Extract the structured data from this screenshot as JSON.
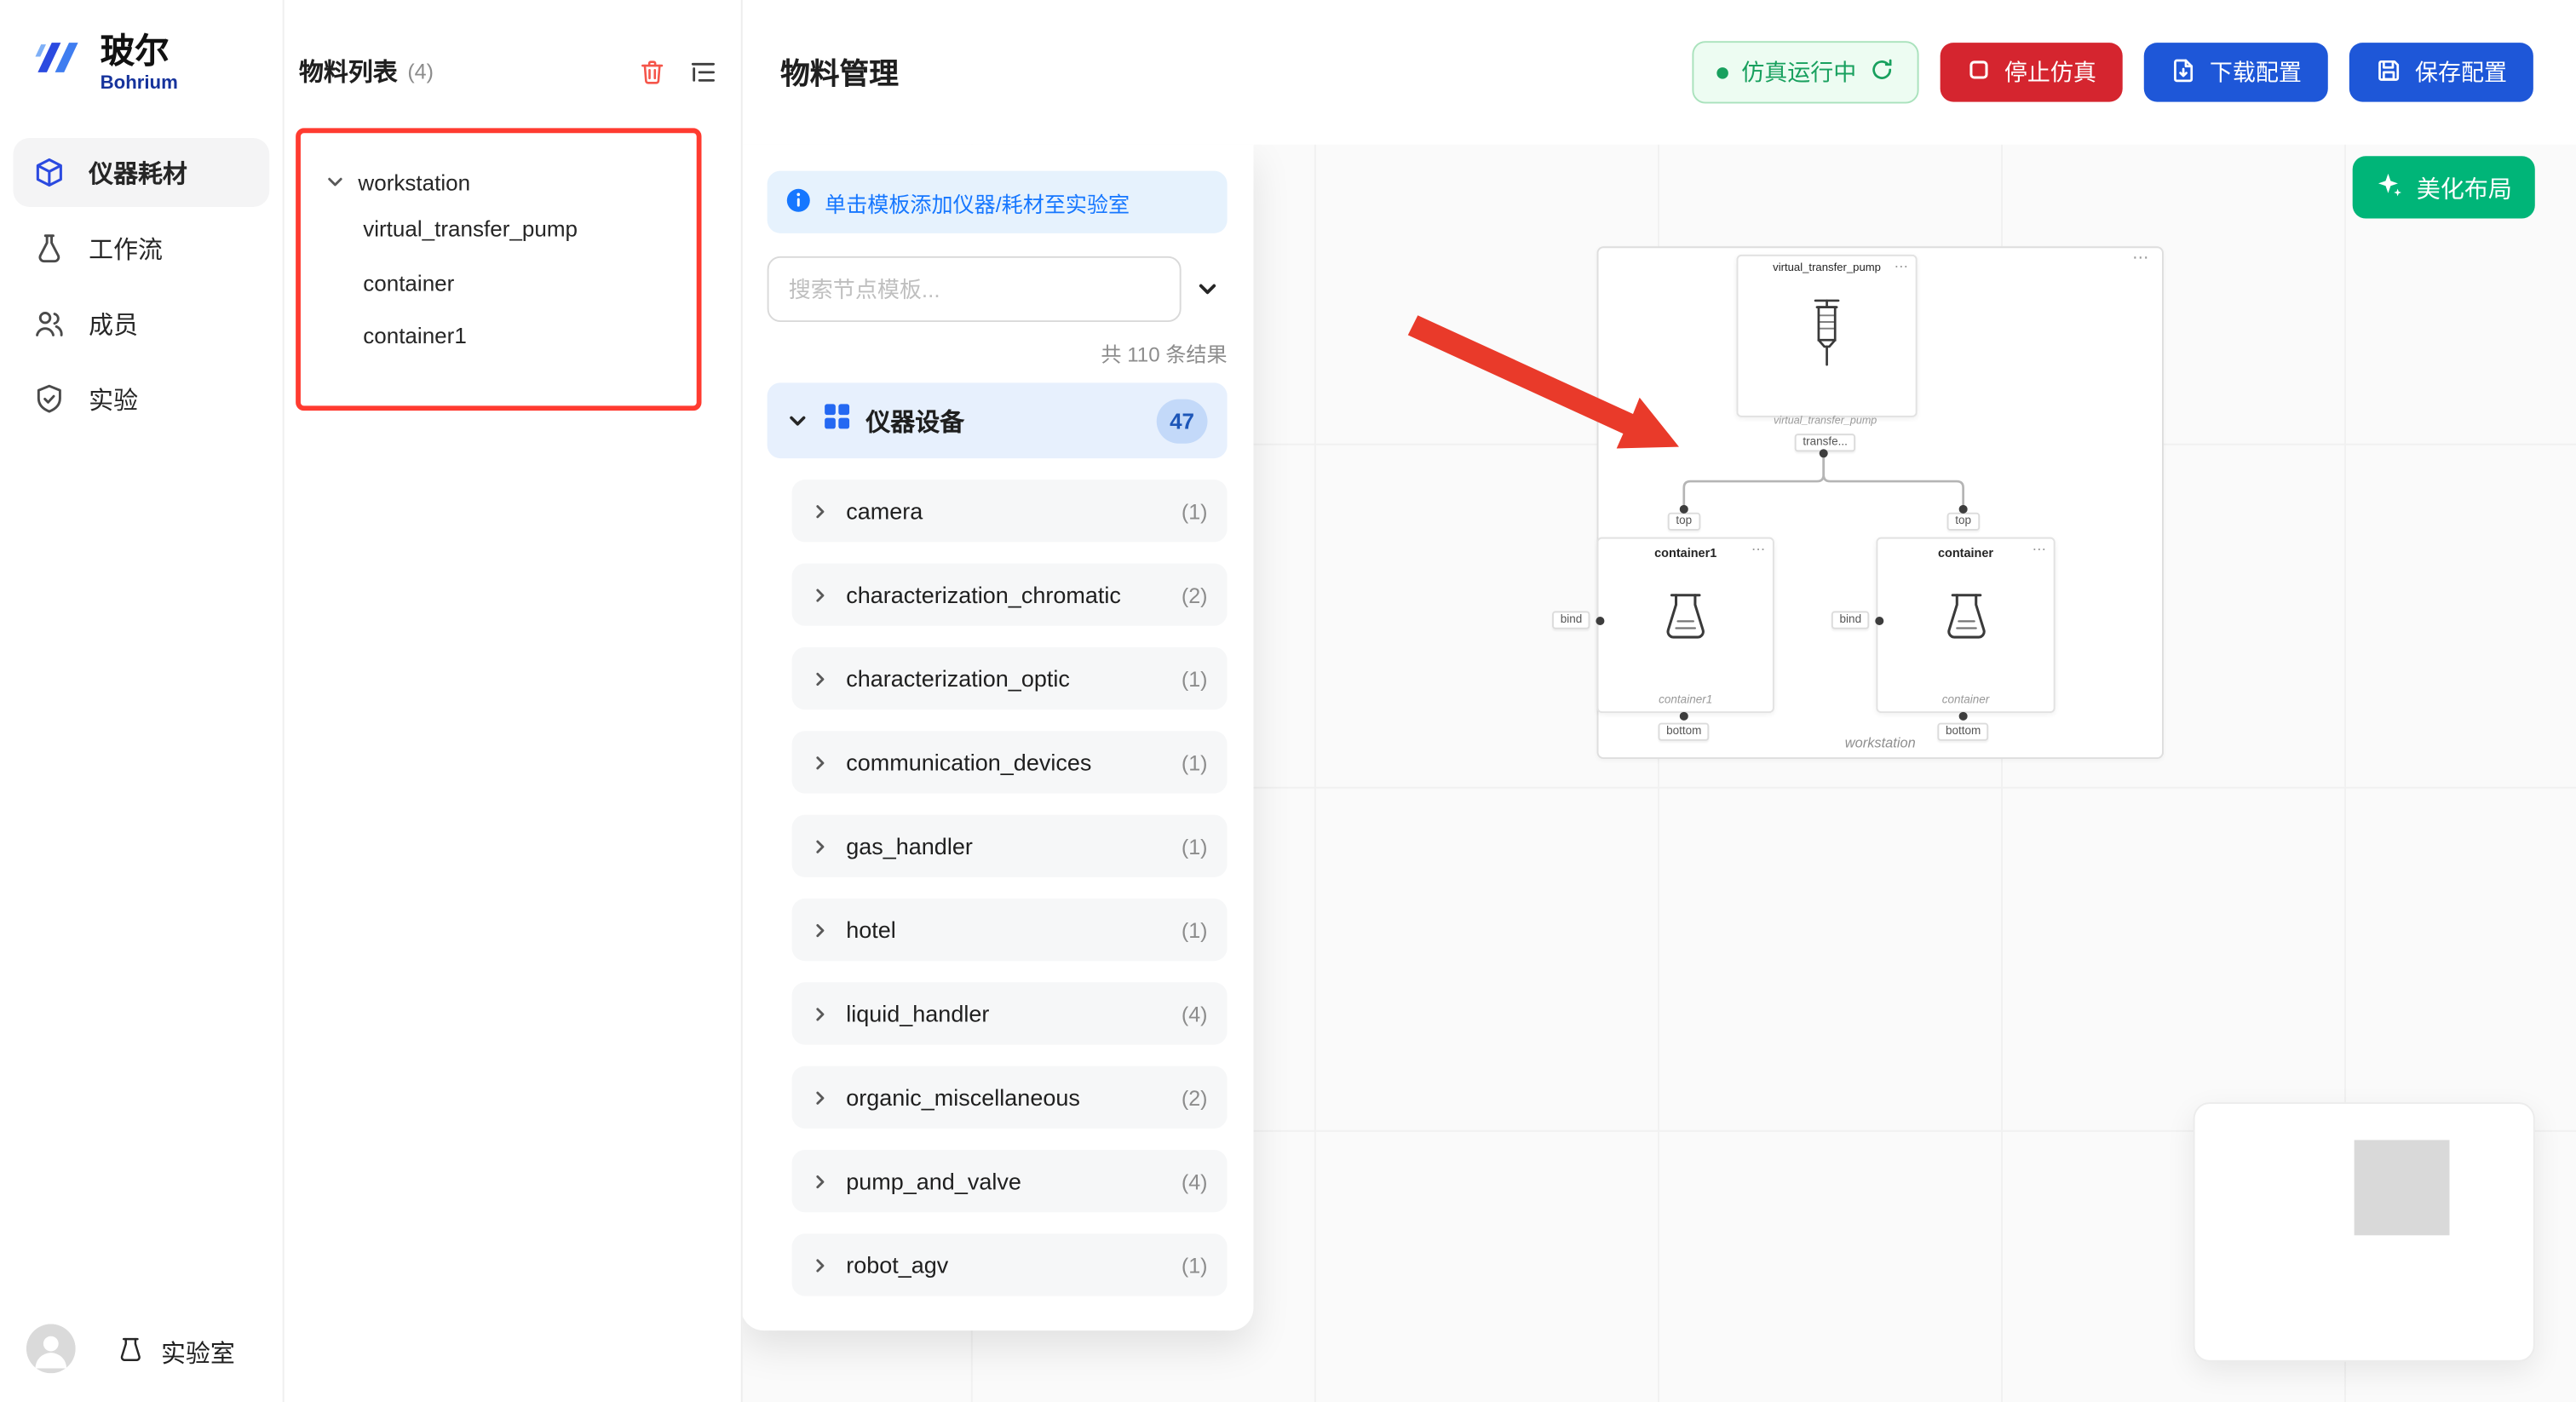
{
  "brand": {
    "logo_title": "玻尔",
    "logo_subtitle": "Bohrium"
  },
  "sidebar": {
    "items": [
      {
        "label": "仪器耗材"
      },
      {
        "label": "工作流"
      },
      {
        "label": "成员"
      },
      {
        "label": "实验"
      }
    ],
    "footer_label": "实验室"
  },
  "materials_panel": {
    "title": "物料列表",
    "count": "(4)",
    "tree": {
      "root": "workstation",
      "children": [
        "virtual_transfer_pump",
        "container",
        "container1"
      ]
    }
  },
  "header": {
    "title": "物料管理",
    "status_label": "仿真运行中",
    "stop_label": "停止仿真",
    "download_label": "下载配置",
    "save_label": "保存配置"
  },
  "template_panel": {
    "info_banner": "单击模板添加仪器/耗材至实验室",
    "search_placeholder": "搜索节点模板...",
    "results_count": "共 110 条结果",
    "category": {
      "label": "仪器设备",
      "badge": "47"
    },
    "items": [
      {
        "label": "camera",
        "count": "(1)"
      },
      {
        "label": "characterization_chromatic",
        "count": "(2)"
      },
      {
        "label": "characterization_optic",
        "count": "(1)"
      },
      {
        "label": "communication_devices",
        "count": "(1)"
      },
      {
        "label": "gas_handler",
        "count": "(1)"
      },
      {
        "label": "hotel",
        "count": "(1)"
      },
      {
        "label": "liquid_handler",
        "count": "(4)"
      },
      {
        "label": "organic_miscellaneous",
        "count": "(2)"
      },
      {
        "label": "pump_and_valve",
        "count": "(4)"
      },
      {
        "label": "robot_agv",
        "count": "(1)"
      }
    ]
  },
  "canvas": {
    "beautify_label": "美化布局",
    "more": "⋯",
    "group_label": "workstation",
    "pump": {
      "title": "virtual_transfer_pump",
      "sublabel": "virtual_transfer_pump",
      "port_tag": "transfe..."
    },
    "container1": {
      "top_tag": "top",
      "title": "container1",
      "sublabel": "container1",
      "bottom_tag": "bottom",
      "bind_tag": "bind"
    },
    "container": {
      "top_tag": "top",
      "title": "container",
      "sublabel": "container",
      "bottom_tag": "bottom",
      "bind_tag": "bind"
    }
  },
  "colors": {
    "brand_blue": "#2b4ae0",
    "primary_blue": "#1e57d8",
    "danger_red": "#d5252f",
    "success_green": "#18a05e",
    "beautify_green": "#00b578",
    "annotation_red": "#e93a2a"
  }
}
